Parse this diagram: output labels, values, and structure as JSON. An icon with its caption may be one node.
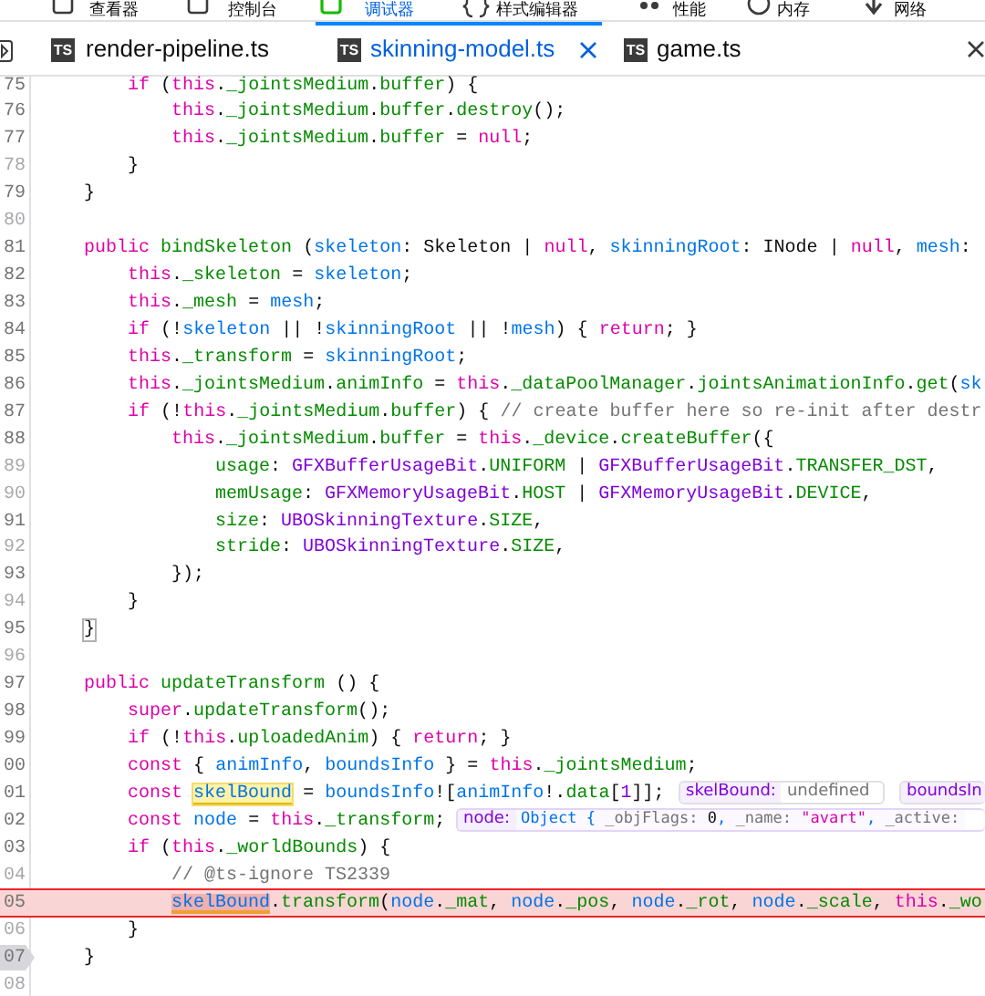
{
  "diagram": {
    "labels": [
      "查看器",
      "控制台",
      "调试器",
      "样式编辑器",
      "性能",
      "内存",
      "网络",
      "TS",
      "render-pipeline.ts",
      "TS",
      "skinning-model.ts",
      "TS",
      "game.ts",
      "75",
      "if (this._jointsMedium.buffer) {",
      "76",
      "this._jointsMedium.buffer.destroy();",
      "77",
      "this._jointsMedium.buffer = null;",
      "78",
      "}",
      "79",
      "}",
      "80",
      "81",
      "public bindSkeleton (skeleton: Skeleton | null, skinningRoot: INode | null, mesh:",
      "82",
      "this._skeleton = skeleton;",
      "83",
      "this._mesh = mesh;",
      "84",
      "if (!skeleton || !skinningRoot || !mesh) { return; }",
      "85",
      "this._transform = skinningRoot;",
      "86",
      "this._jointsMedium.animInfo = this._dataPoolManager.jointsAnimationInfo.get(sk",
      "87",
      "if (!this._jointsMedium.buffer) { // create buffer here so re-init after destr",
      "88",
      "this._jointsMedium.buffer = this._device.createBuffer({",
      "89",
      "usage: GFXBufferUsageBit.UNIFORM | GFXBufferUsageBit.TRANSFER_DST,",
      "90",
      "memUsage: GFXMemoryUsageBit.HOST | GFXMemoryUsageBit.DEVICE,",
      "91",
      "size: UBOSkinningTexture.SIZE,",
      "92",
      "stride: UBOSkinningTexture.SIZE,",
      "93",
      "});",
      "94",
      "}",
      "95",
      "}",
      "96",
      "97",
      "public updateTransform () {",
      "98",
      "super.updateTransform();",
      "99",
      "if (!this.uploadedAnim) { return; }",
      "00",
      "const { animInfo, boundsInfo } = this._jointsMedium;",
      "01",
      "const skelBound = boundsInfo![animInfo!.data[1]];",
      "skelBound:",
      "undefined",
      "boundsIn",
      "02",
      "const node = this._transform;",
      "node:",
      "Object { _objFlags: 0, _name: \"avart\", _active:",
      "03",
      "if (this._worldBounds) {",
      "04",
      "// @ts-ignore TS2339",
      "05",
      "skelBound.transform(node._mat, node._pos, node._rot, node._scale, this._wo",
      "06",
      "}",
      "07",
      "}",
      "08"
    ]
  }
}
